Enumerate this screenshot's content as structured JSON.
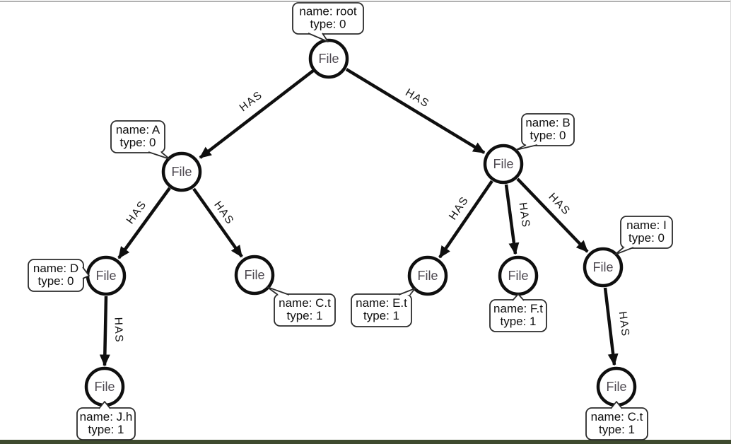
{
  "page": {
    "background_color": "#ffffff",
    "top_border_color": "#b1b1b1",
    "bottom_bar_color": "#3e4a2e"
  },
  "graph": {
    "nodes": [
      {
        "id": "root",
        "label": "File",
        "prop_name": "name: root",
        "prop_type": "type: 0"
      },
      {
        "id": "A",
        "label": "File",
        "prop_name": "name: A",
        "prop_type": "type: 0"
      },
      {
        "id": "B",
        "label": "File",
        "prop_name": "name: B",
        "prop_type": "type: 0"
      },
      {
        "id": "D",
        "label": "File",
        "prop_name": "name: D",
        "prop_type": "type: 0"
      },
      {
        "id": "C.t-left",
        "label": "File",
        "prop_name": "name: C.t",
        "prop_type": "type: 1"
      },
      {
        "id": "E.t",
        "label": "File",
        "prop_name": "name: E.t",
        "prop_type": "type: 1"
      },
      {
        "id": "F.t",
        "label": "File",
        "prop_name": "name: F.t",
        "prop_type": "type: 1"
      },
      {
        "id": "I",
        "label": "File",
        "prop_name": "name: I",
        "prop_type": "type: 0"
      },
      {
        "id": "J.h",
        "label": "File",
        "prop_name": "name: J.h",
        "prop_type": "type: 1"
      },
      {
        "id": "C.t-right",
        "label": "File",
        "prop_name": "name: C.t",
        "prop_type": "type: 1"
      }
    ],
    "edges": [
      {
        "from": "root",
        "to": "A",
        "label": "HAS"
      },
      {
        "from": "root",
        "to": "B",
        "label": "HAS"
      },
      {
        "from": "A",
        "to": "D",
        "label": "HAS"
      },
      {
        "from": "A",
        "to": "C.t-left",
        "label": "HAS"
      },
      {
        "from": "B",
        "to": "E.t",
        "label": "HAS"
      },
      {
        "from": "B",
        "to": "F.t",
        "label": "HAS"
      },
      {
        "from": "B",
        "to": "I",
        "label": "HAS"
      },
      {
        "from": "D",
        "to": "J.h",
        "label": "HAS"
      },
      {
        "from": "I",
        "to": "C.t-right",
        "label": "HAS"
      }
    ]
  }
}
